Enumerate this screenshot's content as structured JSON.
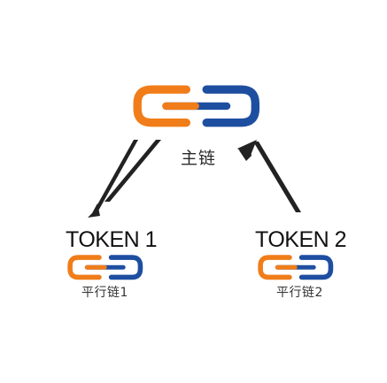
{
  "main_chain_label": "主链",
  "tokens": [
    {
      "label": "TOKEN 1",
      "chain_label": "平行链1"
    },
    {
      "label": "TOKEN 2",
      "chain_label": "平行链2"
    }
  ],
  "colors": {
    "chain_orange": "#f07d19",
    "chain_blue": "#1e4ea0",
    "arrow": "#222222",
    "text": "#111111"
  },
  "icons": [
    "chain-link-icon",
    "left-down-arrow-icon",
    "right-up-arrow-icon"
  ]
}
